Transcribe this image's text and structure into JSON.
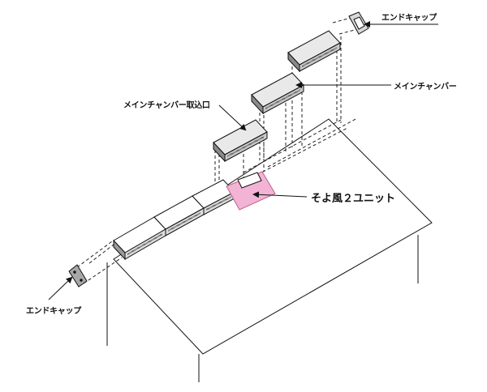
{
  "labels": {
    "end_cap_top": "エンドキャップ",
    "main_chamber": "メインチャンバー",
    "main_chamber_intake": "メインチャンバー取込口",
    "unit": "そよ風２ユニット",
    "end_cap_bottom": "エンドキャップ"
  },
  "colors": {
    "line": "#111111",
    "roof_fill": "#ffffff",
    "chamber_top": "#e9e9e9",
    "chamber_side": "#c8c8c8",
    "chamber_vent": "#555555",
    "unit_fill": "#f2b3d4",
    "unit_stroke": "#c0608f"
  }
}
